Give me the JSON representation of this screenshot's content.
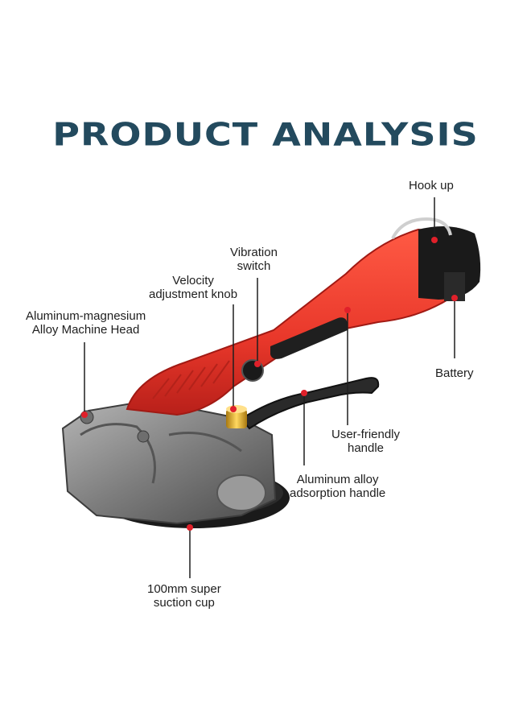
{
  "title": "PRODUCT ANALYSIS",
  "labels": {
    "hook": "Hook up",
    "vibration": [
      "Vibration",
      "switch"
    ],
    "velocity": [
      "Velocity",
      "adjustment knob"
    ],
    "head": [
      "Aluminum-magnesium",
      "Alloy Machine Head"
    ],
    "battery": "Battery",
    "handle": [
      "User-friendly",
      "handle"
    ],
    "adsorption": [
      "Aluminum alloy",
      "adsorption handle"
    ],
    "suction": [
      "100mm super",
      "suction cup"
    ]
  },
  "colors": {
    "title": "#234a5e",
    "body_red": "#e8372a",
    "battery": "#1a1a1a",
    "metal_head": "#8a8a8a",
    "knob": "#d9a521",
    "marker": "#e0202a"
  }
}
